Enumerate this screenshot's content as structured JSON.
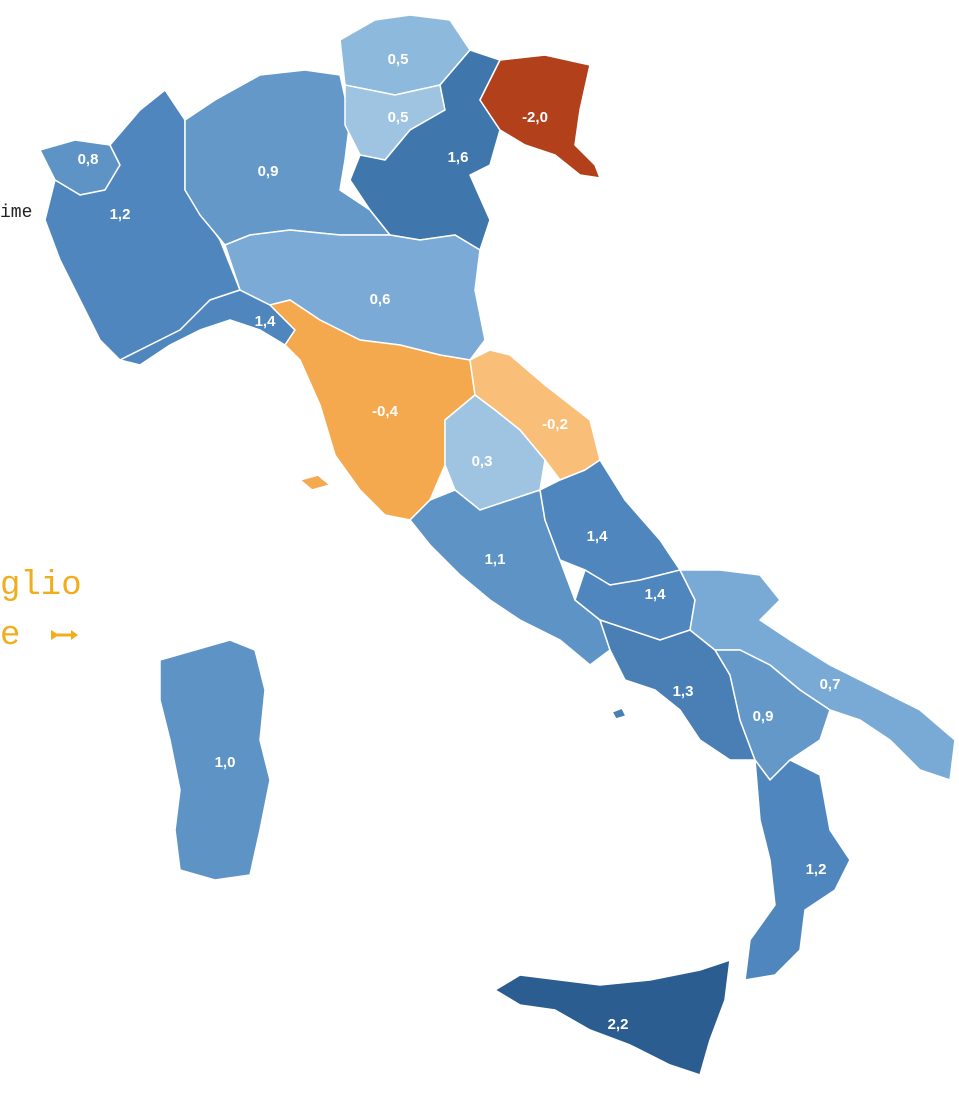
{
  "side_text": {
    "time": "ime",
    "link_line1": "glio",
    "link_line2": "e"
  },
  "icons": {
    "link_arrow": "arrow-right-icon"
  },
  "legend_colors": {
    "dark_red": "#b2401b",
    "orange": "#f5a94f",
    "light_blue": "#8db9dc",
    "mid_blue": "#5e93c6",
    "blue": "#4a7fb6",
    "dark_blue": "#2c5d90"
  },
  "regions": [
    {
      "id": "valle-daosta",
      "value": "0,8",
      "color": "#5e93c6"
    },
    {
      "id": "piemonte",
      "value": "1,2",
      "color": "#4f86bd"
    },
    {
      "id": "lombardia",
      "value": "0,9",
      "color": "#6398c9"
    },
    {
      "id": "trentino-alto-adige-north",
      "value": "0,5",
      "color": "#8db9dc"
    },
    {
      "id": "trentino-alto-adige-south",
      "value": "0,5",
      "color": "#9ec4e2"
    },
    {
      "id": "veneto",
      "value": "1,6",
      "color": "#3f77ad"
    },
    {
      "id": "friuli-venezia-giulia",
      "value": "-2,0",
      "color": "#b2401b"
    },
    {
      "id": "liguria",
      "value": "1,4",
      "color": "#4f86bd"
    },
    {
      "id": "emilia-romagna",
      "value": "0,6",
      "color": "#7aaad5"
    },
    {
      "id": "toscana",
      "value": "-0,4",
      "color": "#f5a94f"
    },
    {
      "id": "marche",
      "value": "-0,2",
      "color": "#f9bf79"
    },
    {
      "id": "umbria",
      "value": "0,3",
      "color": "#9ec4e2"
    },
    {
      "id": "lazio",
      "value": "1,1",
      "color": "#5e93c6"
    },
    {
      "id": "abruzzo",
      "value": "1,4",
      "color": "#4f86bd"
    },
    {
      "id": "molise",
      "value": "1,4",
      "color": "#4f86bd"
    },
    {
      "id": "campania",
      "value": "1,3",
      "color": "#4a7fb6"
    },
    {
      "id": "puglia",
      "value": "0,7",
      "color": "#79aad6"
    },
    {
      "id": "basilicata",
      "value": "0,9",
      "color": "#6398c9"
    },
    {
      "id": "calabria",
      "value": "1,2",
      "color": "#4f86bd"
    },
    {
      "id": "sicilia",
      "value": "2,2",
      "color": "#2c5d90"
    },
    {
      "id": "sardegna",
      "value": "1,0",
      "color": "#5e93c6"
    }
  ]
}
